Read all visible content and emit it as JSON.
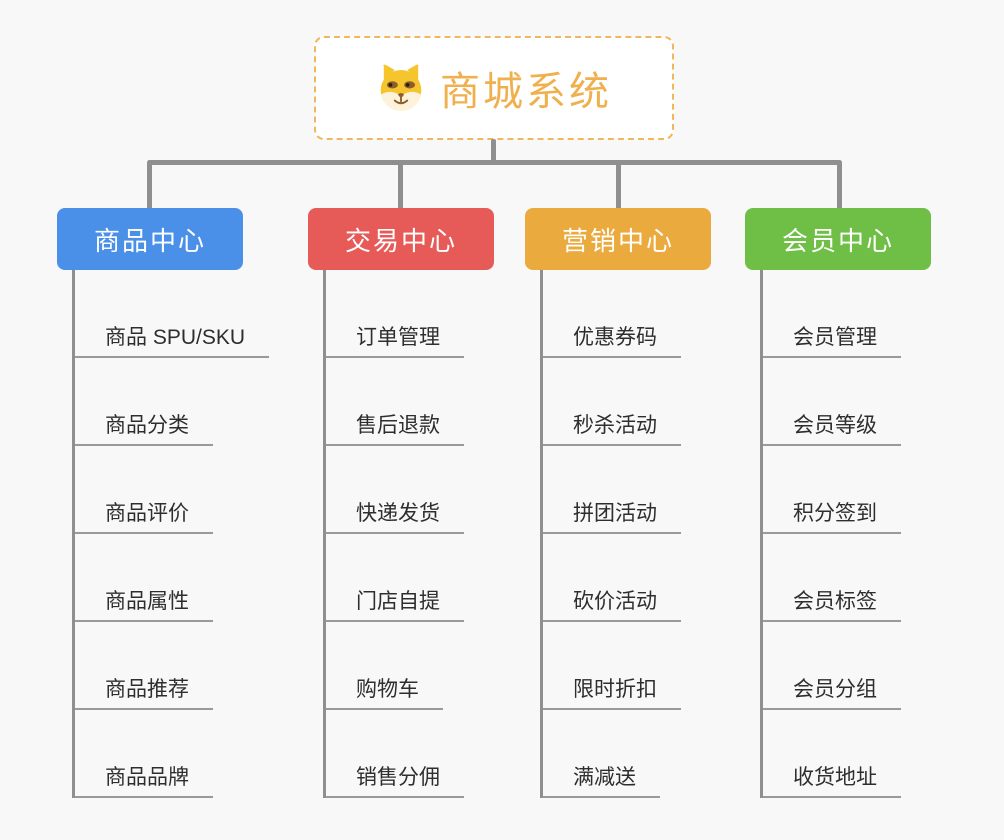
{
  "root": {
    "title": "商城系统",
    "icon": "dog-icon",
    "border_color": "#f2b75c",
    "title_color": "#efb04d"
  },
  "connector_color": "#8f8f8f",
  "branches": [
    {
      "label": "商品中心",
      "color": "#4a90e8",
      "items": [
        "商品 SPU/SKU",
        "商品分类",
        "商品评价",
        "商品属性",
        "商品推荐",
        "商品品牌"
      ]
    },
    {
      "label": "交易中心",
      "color": "#e65b58",
      "items": [
        "订单管理",
        "售后退款",
        "快递发货",
        "门店自提",
        "购物车",
        "销售分佣"
      ]
    },
    {
      "label": "营销中心",
      "color": "#ebaa3d",
      "items": [
        "优惠券码",
        "秒杀活动",
        "拼团活动",
        "砍价活动",
        "限时折扣",
        "满减送"
      ]
    },
    {
      "label": "会员中心",
      "color": "#6fbe45",
      "items": [
        "会员管理",
        "会员等级",
        "积分签到",
        "会员标签",
        "会员分组",
        "收货地址"
      ]
    }
  ]
}
